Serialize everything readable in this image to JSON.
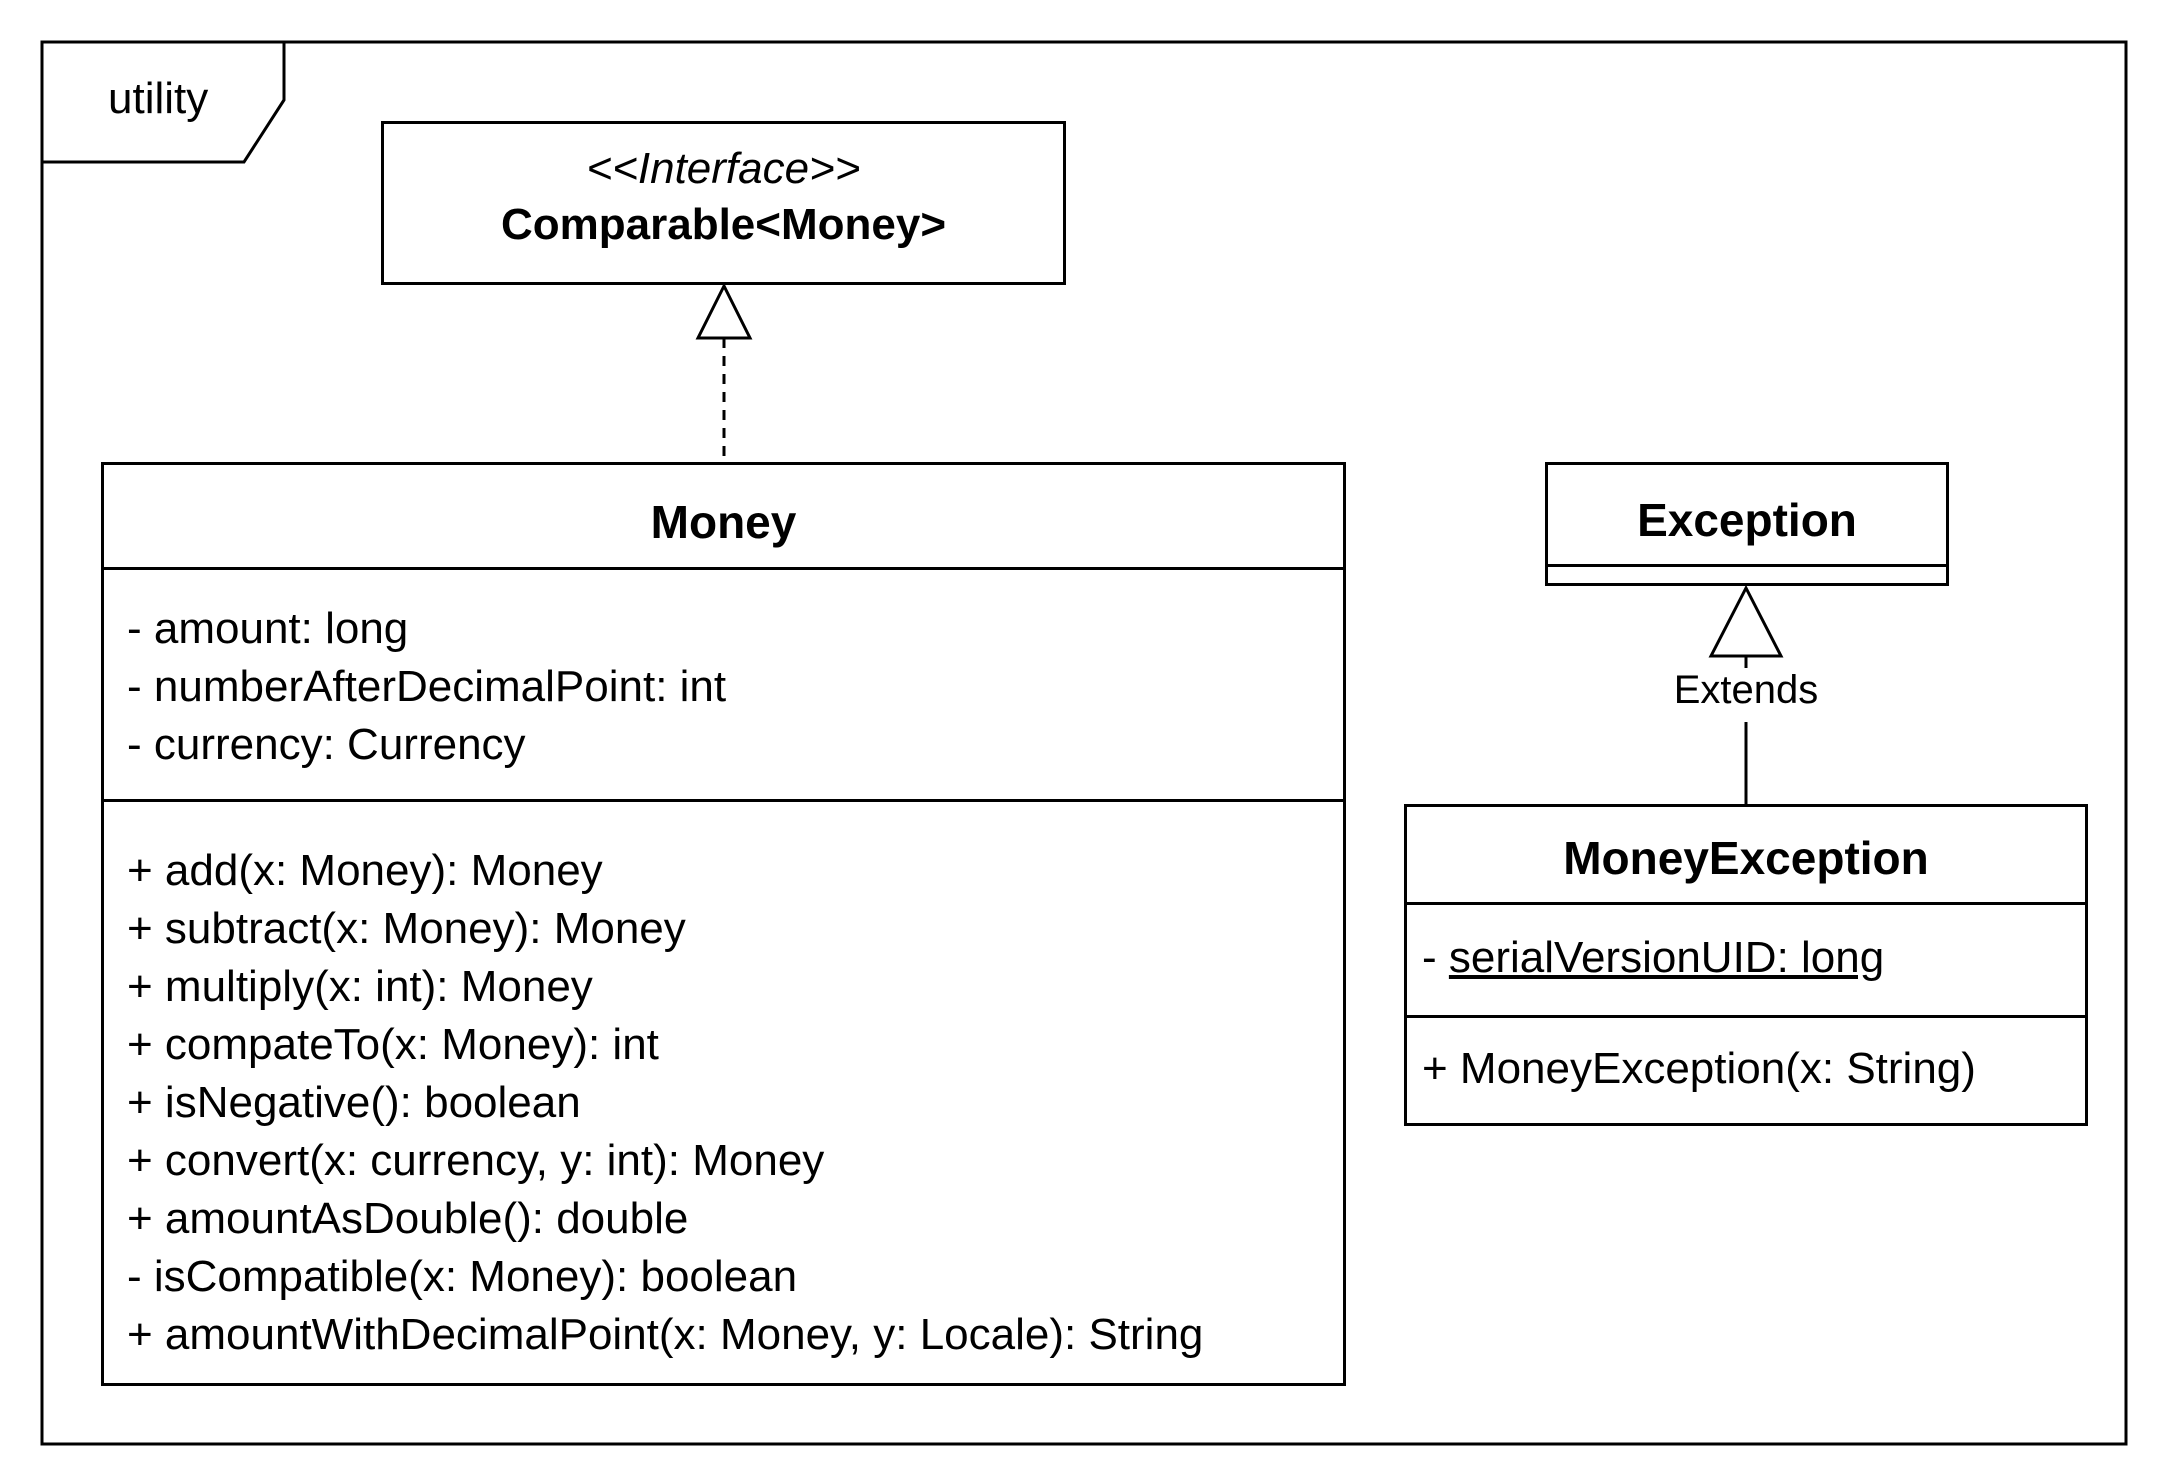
{
  "package": {
    "name": "utility"
  },
  "interface": {
    "stereotype": "<<Interface>>",
    "name": "Comparable<Money>"
  },
  "money": {
    "name": "Money",
    "attributes": [
      "- amount: long",
      "- numberAfterDecimalPoint: int",
      "- currency: Currency"
    ],
    "methods": [
      "+ add(x: Money): Money",
      "+ subtract(x: Money): Money",
      "+ multiply(x: int): Money",
      "+ compateTo(x: Money): int",
      "+ isNegative(): boolean",
      "+ convert(x: currency, y: int): Money",
      "+ amountAsDouble(): double",
      "- isCompatible(x: Money): boolean",
      "+ amountWithDecimalPoint(x: Money, y: Locale): String"
    ]
  },
  "exception": {
    "name": "Exception"
  },
  "extends_label": "Extends",
  "money_exception": {
    "name": "MoneyException",
    "attribute_visibility": "- ",
    "attribute_static": "serialVersionUID: long",
    "methods": [
      "+ MoneyException(x: String)"
    ]
  }
}
